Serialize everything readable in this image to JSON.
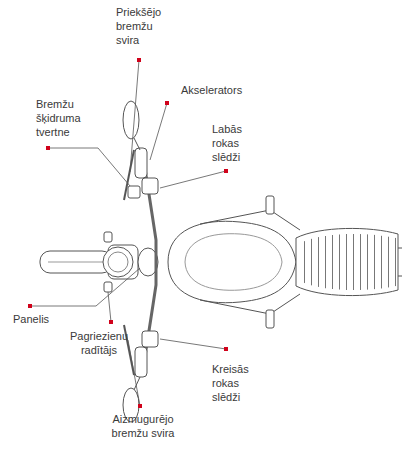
{
  "diagram": {
    "labels": [
      "Priekšējo bremžu svira",
      "Akselerators",
      "Bremžu šķidruma tvertne",
      "Labās rokas slēdži",
      "Panelis",
      "Pagriezienu radītājs",
      "Kreisās rokas slēdži",
      "Aizmugurējo bremžu svira"
    ]
  }
}
